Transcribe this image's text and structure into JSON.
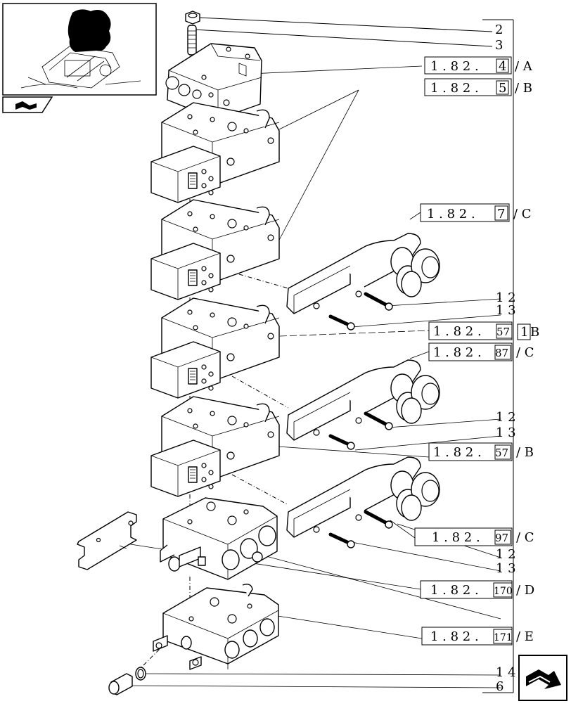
{
  "callouts": {
    "c2": "2",
    "c3": "3",
    "c12a": "1 2",
    "c13a": "1 3",
    "c12b": "1 2",
    "c13b": "1 3",
    "c12c": "1 2",
    "c13c": "1 3",
    "c14": "1 4",
    "c6": "6"
  },
  "refs": [
    {
      "num": "1 . 8 2 .",
      "box": "4",
      "suffix": "/ A"
    },
    {
      "num": "1 . 8 2 .",
      "box": "5",
      "suffix": "/ B"
    },
    {
      "num": "1 . 8 2 .",
      "box": "7",
      "suffix": "/ C"
    },
    {
      "num": "1 . 8 2 .",
      "box": "57",
      "suffix": "1",
      "tail": "B"
    },
    {
      "num": "1 . 8 2 .",
      "box": "87",
      "suffix": "/ C"
    },
    {
      "num": "1 . 8 2 .",
      "box": "57",
      "suffix": "/ B"
    },
    {
      "num": "1 . 8 2 .",
      "box": "97",
      "suffix": "/ C"
    },
    {
      "num": "1 . 8 2 .",
      "box": "170",
      "suffix": "/ D"
    },
    {
      "num": "1 . 8 2 .",
      "box": "171",
      "suffix": "/ E"
    }
  ]
}
